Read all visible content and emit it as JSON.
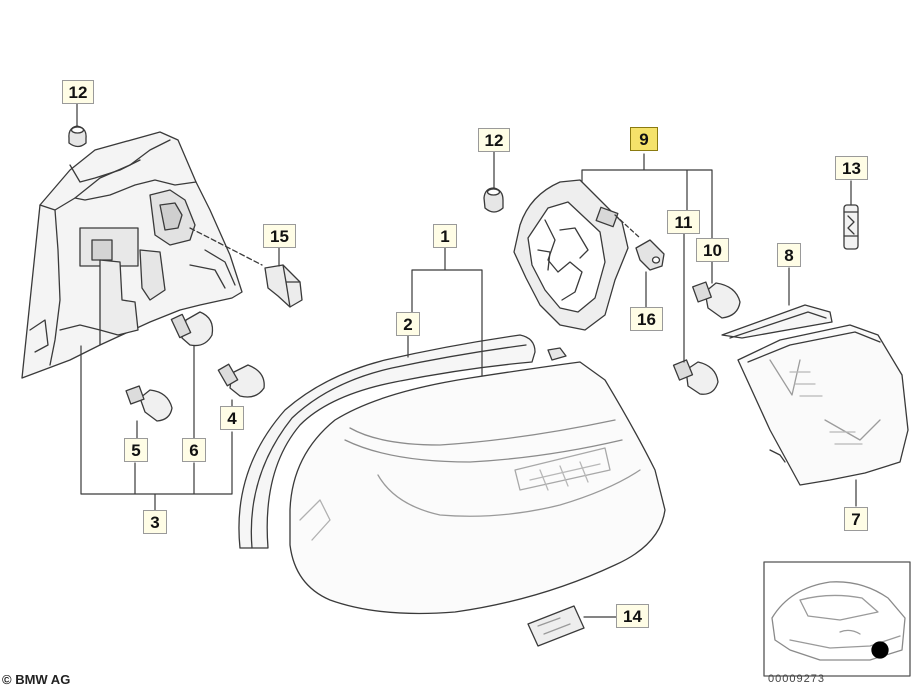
{
  "diagram": {
    "colors": {
      "line": "#3a3a3a",
      "callout_bg": "#fffde6",
      "callout_highlight": "#f5e26a"
    },
    "callouts": [
      {
        "id": "c12a",
        "label": "12"
      },
      {
        "id": "c12b",
        "label": "12"
      },
      {
        "id": "c9",
        "label": "9",
        "highlight": true
      },
      {
        "id": "c13",
        "label": "13"
      },
      {
        "id": "c1",
        "label": "1"
      },
      {
        "id": "c15",
        "label": "15"
      },
      {
        "id": "c11",
        "label": "11"
      },
      {
        "id": "c10",
        "label": "10"
      },
      {
        "id": "c8",
        "label": "8"
      },
      {
        "id": "c2",
        "label": "2"
      },
      {
        "id": "c16",
        "label": "16"
      },
      {
        "id": "c4",
        "label": "4"
      },
      {
        "id": "c5",
        "label": "5"
      },
      {
        "id": "c6",
        "label": "6"
      },
      {
        "id": "c3",
        "label": "3"
      },
      {
        "id": "c7",
        "label": "7"
      },
      {
        "id": "c14",
        "label": "14"
      }
    ],
    "copyright": "© BMW AG",
    "image_code": "00009273"
  }
}
